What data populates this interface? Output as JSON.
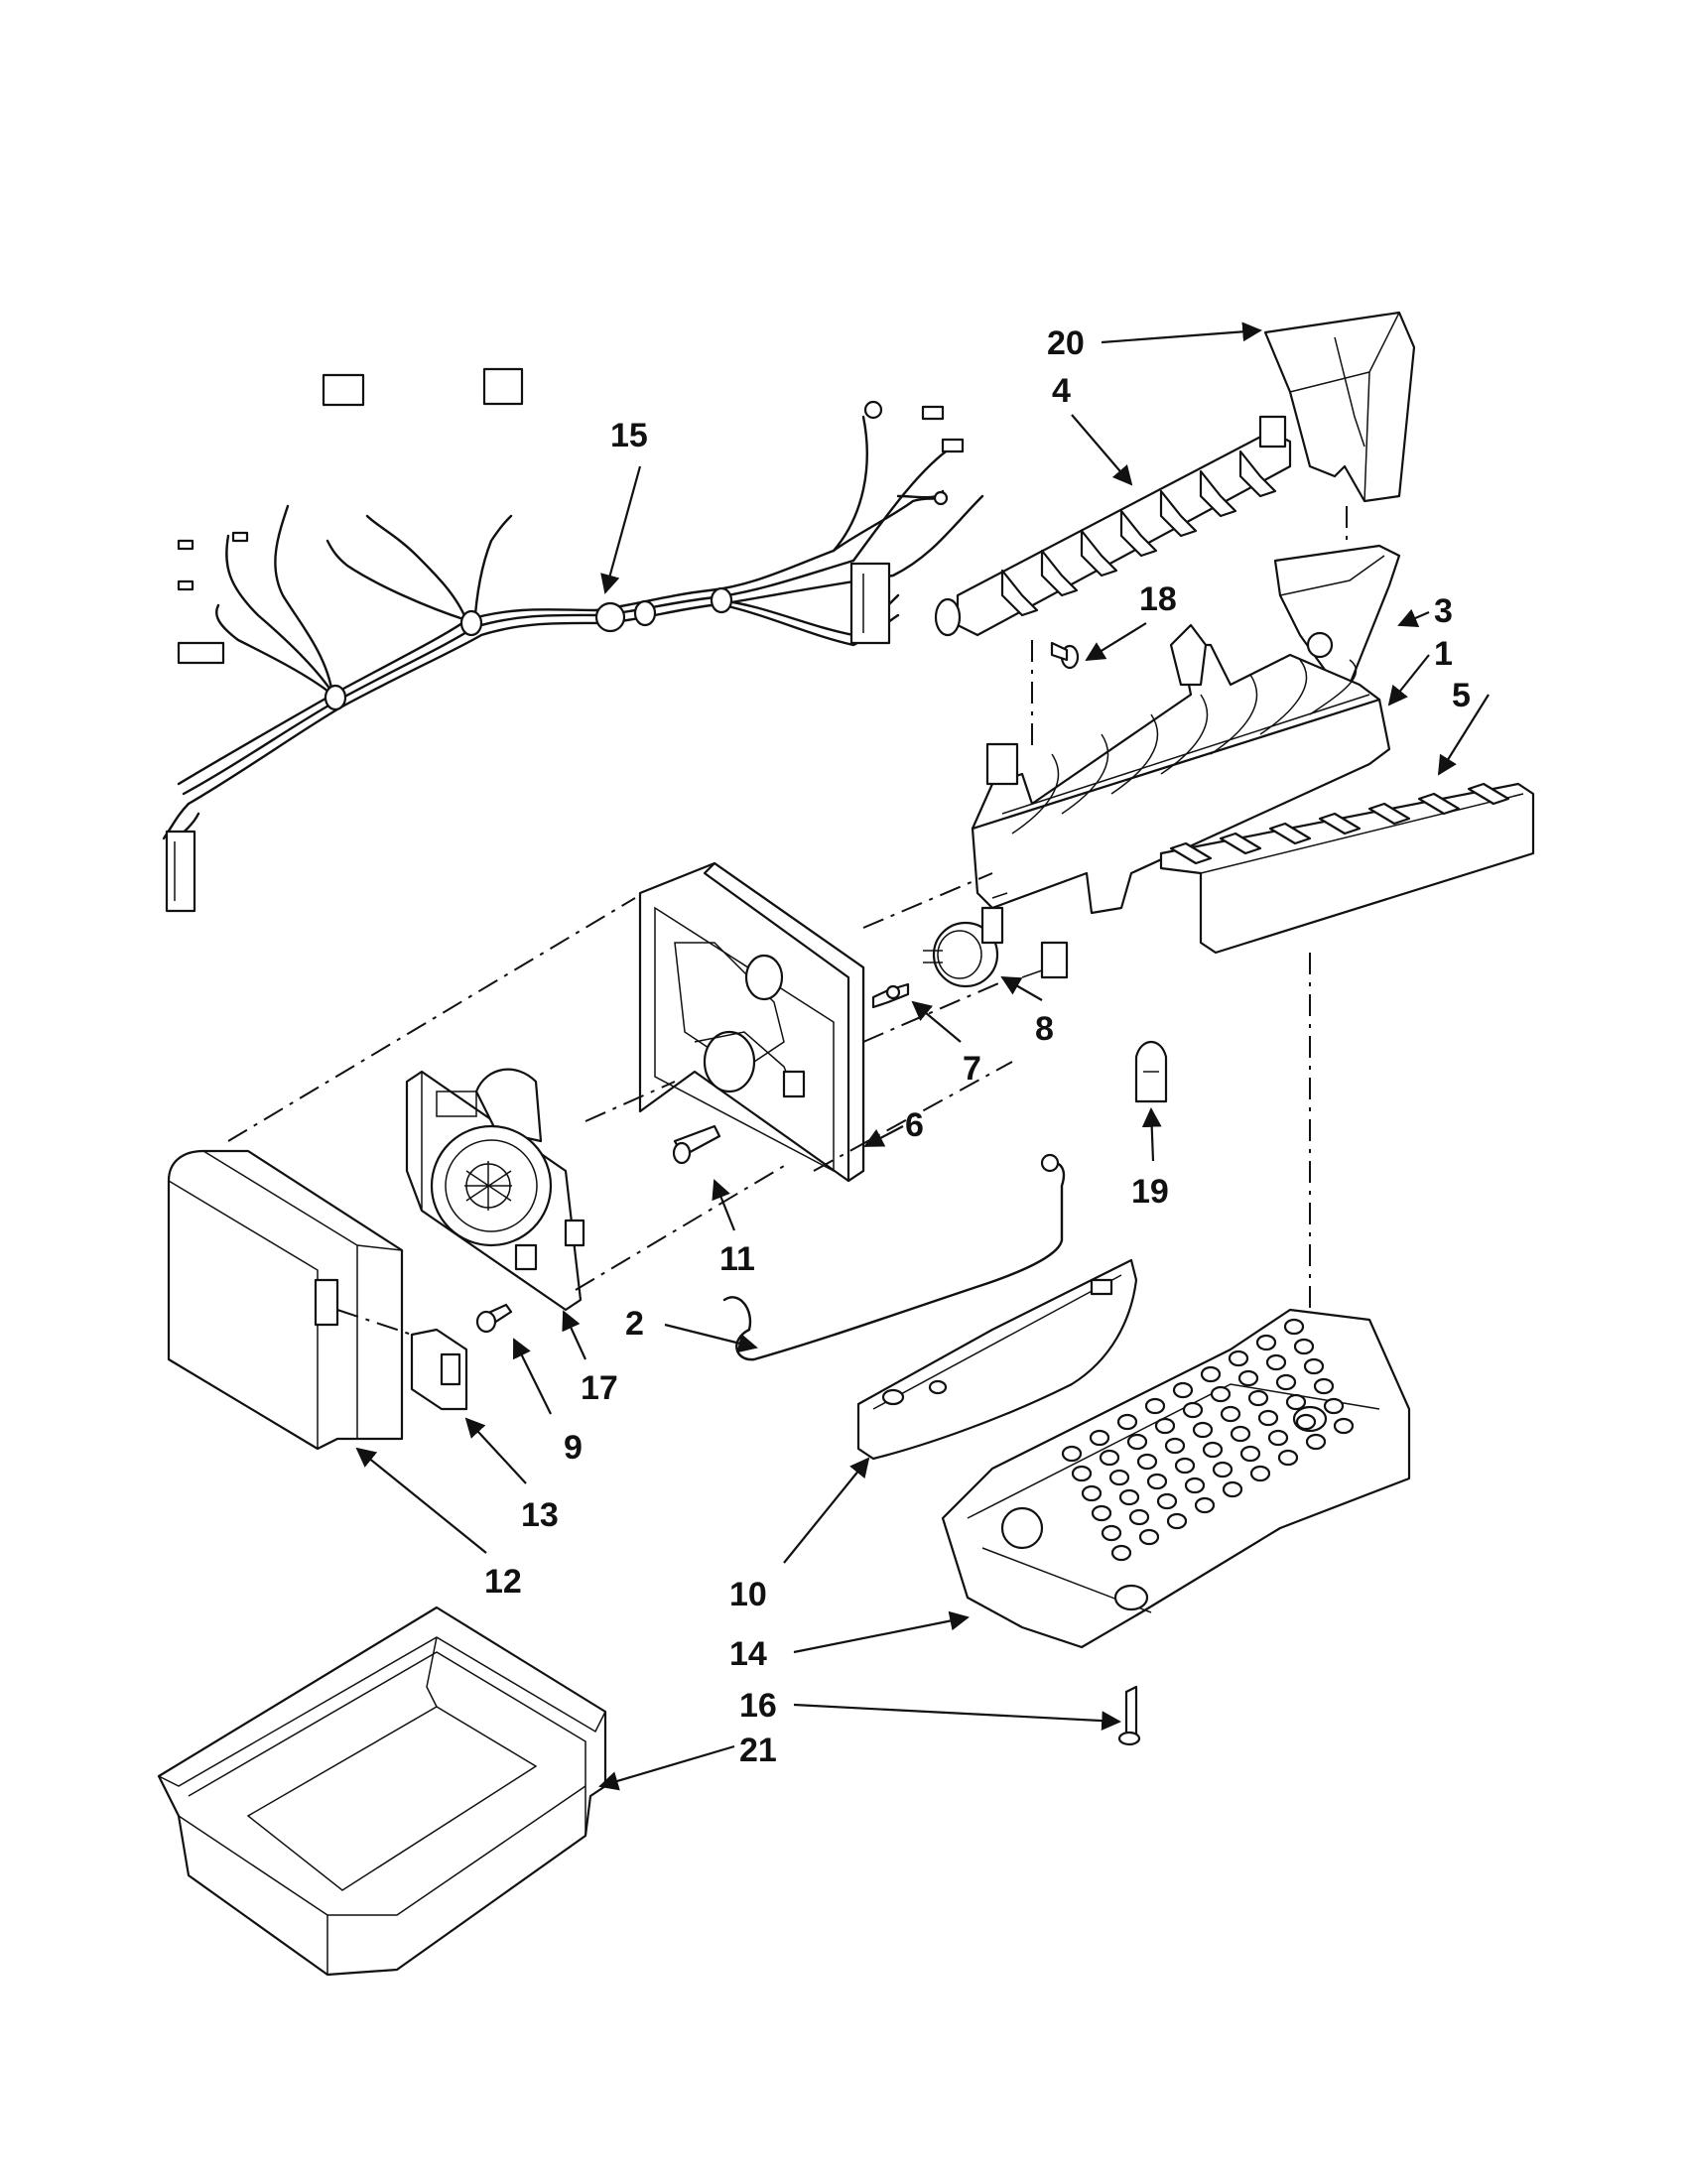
{
  "callouts": [
    {
      "id": "20",
      "label": "20"
    },
    {
      "id": "4",
      "label": "4"
    },
    {
      "id": "15",
      "label": "15"
    },
    {
      "id": "18",
      "label": "18"
    },
    {
      "id": "3",
      "label": "3"
    },
    {
      "id": "1",
      "label": "1"
    },
    {
      "id": "5",
      "label": "5"
    },
    {
      "id": "8",
      "label": "8"
    },
    {
      "id": "7",
      "label": "7"
    },
    {
      "id": "6",
      "label": "6"
    },
    {
      "id": "19",
      "label": "19"
    },
    {
      "id": "11",
      "label": "11"
    },
    {
      "id": "2",
      "label": "2"
    },
    {
      "id": "17",
      "label": "17"
    },
    {
      "id": "9",
      "label": "9"
    },
    {
      "id": "13",
      "label": "13"
    },
    {
      "id": "12",
      "label": "12"
    },
    {
      "id": "10",
      "label": "10"
    },
    {
      "id": "14",
      "label": "14"
    },
    {
      "id": "16",
      "label": "16"
    },
    {
      "id": "21",
      "label": "21"
    }
  ]
}
